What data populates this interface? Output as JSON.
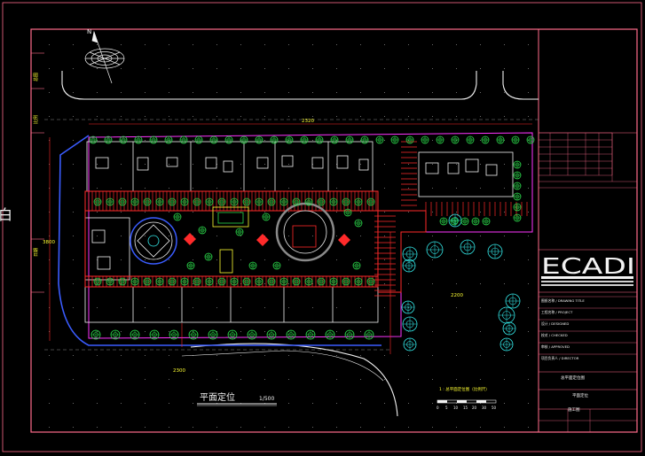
{
  "drawing": {
    "title": "平面定位",
    "scale": "1/500",
    "brand": "ECADI",
    "scale_bar_label": "1 : 总平面定位图（比例尺）",
    "scale_bar_ticks": [
      "0",
      "5",
      "10",
      "15",
      "20",
      "30",
      "50"
    ],
    "dimension_top": "2320",
    "dimension_left": "3800",
    "dimension_bottom": "2300",
    "dimension_right": "2200",
    "margin_labels": [
      "总图",
      "比例",
      "日期"
    ],
    "title_block_rows": [
      "图纸名称 / DRAWING TITLE",
      "工程名称 / PROJECT",
      "设计 / DESIGNED",
      "校对 / CHECKED",
      "审核 / APPROVED",
      "项目负责人 / DIRECTOR"
    ],
    "title_block_lower": [
      "总平面定位图",
      "平面定位",
      "施工图"
    ]
  },
  "colors": {
    "background": "#000000",
    "frame": "#ff6b8a",
    "red": "#ff2a2a",
    "green": "#2bd84a",
    "cyan": "#33e6e6",
    "yellow": "#ffff33",
    "white": "#f2f2f2",
    "magenta": "#ff33ff",
    "blue": "#3a5cff"
  },
  "icons": {
    "north_arrow": "north-arrow-icon",
    "tree": "tree-symbol-icon"
  }
}
